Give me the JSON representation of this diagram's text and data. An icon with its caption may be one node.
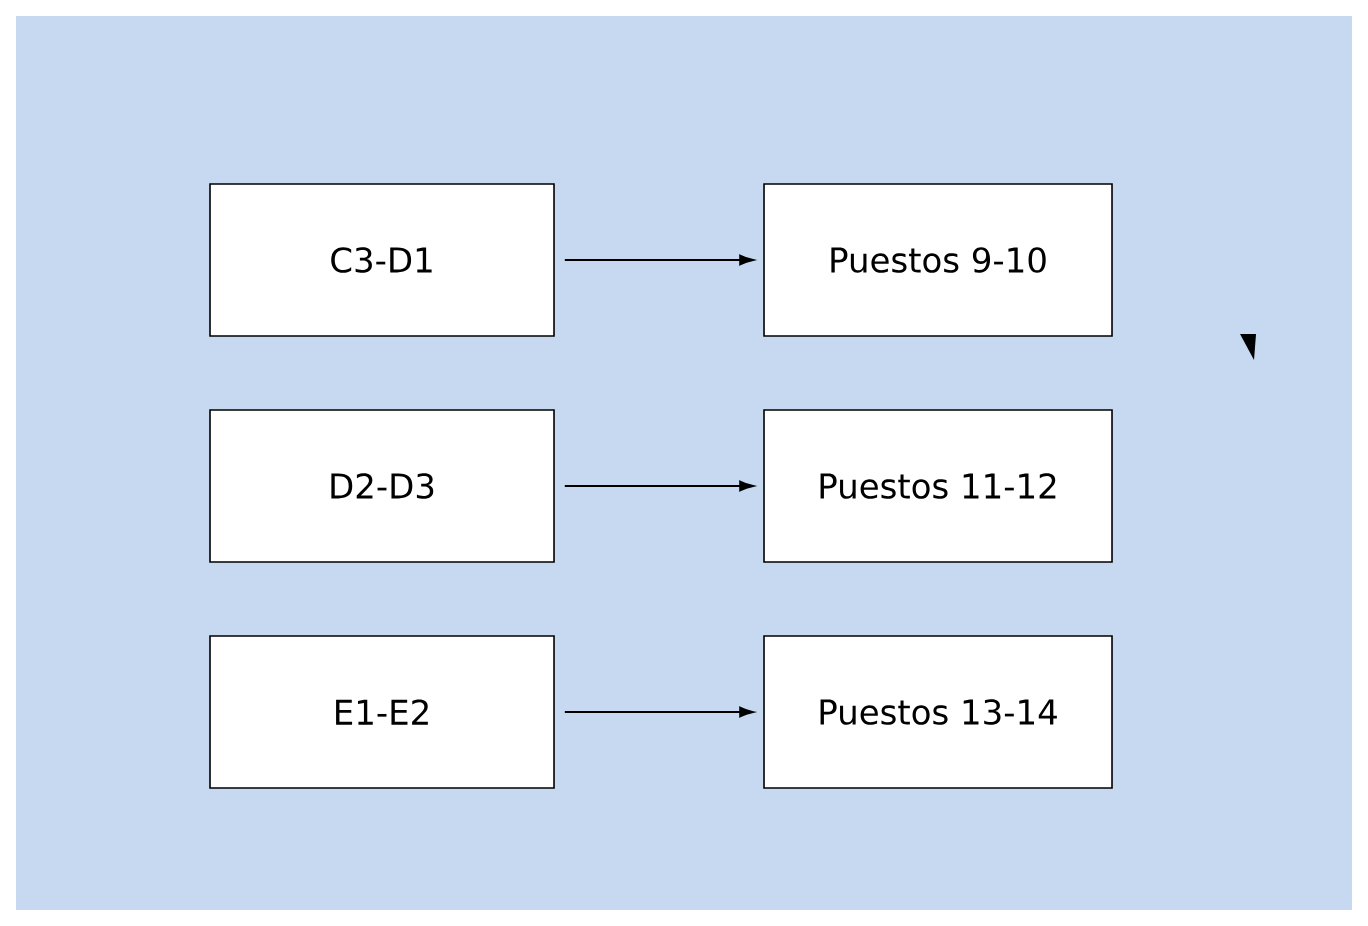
{
  "diagram": {
    "nodes": [
      {
        "text": [
          "C3-D1"
        ]
      },
      {
        "text": [
          "Puestos 9-10"
        ]
      },
      {
        "text": [
          "D2-D3"
        ]
      },
      {
        "text": [
          "Puestos 11-12"
        ]
      },
      {
        "text": [
          "E1-E2"
        ]
      },
      {
        "text": [
          "Puestos 13-14"
        ]
      }
    ],
    "edges": [
      {
        "from": 0,
        "to": 1,
        "arrow": "to"
      },
      {
        "from": 2,
        "to": 3,
        "arrow": "to"
      },
      {
        "from": 4,
        "to": 5,
        "arrow": "to"
      }
    ]
  }
}
